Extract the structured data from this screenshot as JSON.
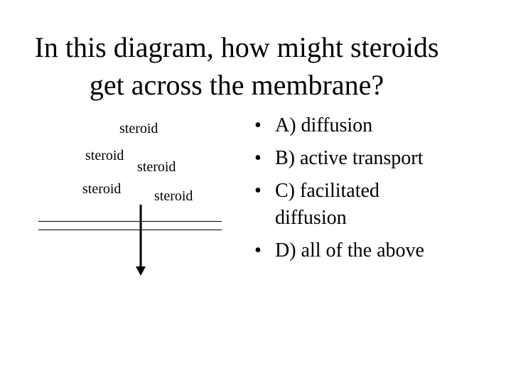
{
  "title": {
    "line1": "In this diagram, how might steroids",
    "line2": "get across the membrane?"
  },
  "diagram": {
    "labels": [
      "steroid",
      "steroid",
      "steroid",
      "steroid",
      "steroid"
    ]
  },
  "options": [
    {
      "bullet": "•",
      "text": "A) diffusion"
    },
    {
      "bullet": "•",
      "text": "B) active transport"
    },
    {
      "bullet": "•",
      "text": "C) facilitated diffusion"
    },
    {
      "bullet": "•",
      "text": "D) all of the above"
    }
  ]
}
